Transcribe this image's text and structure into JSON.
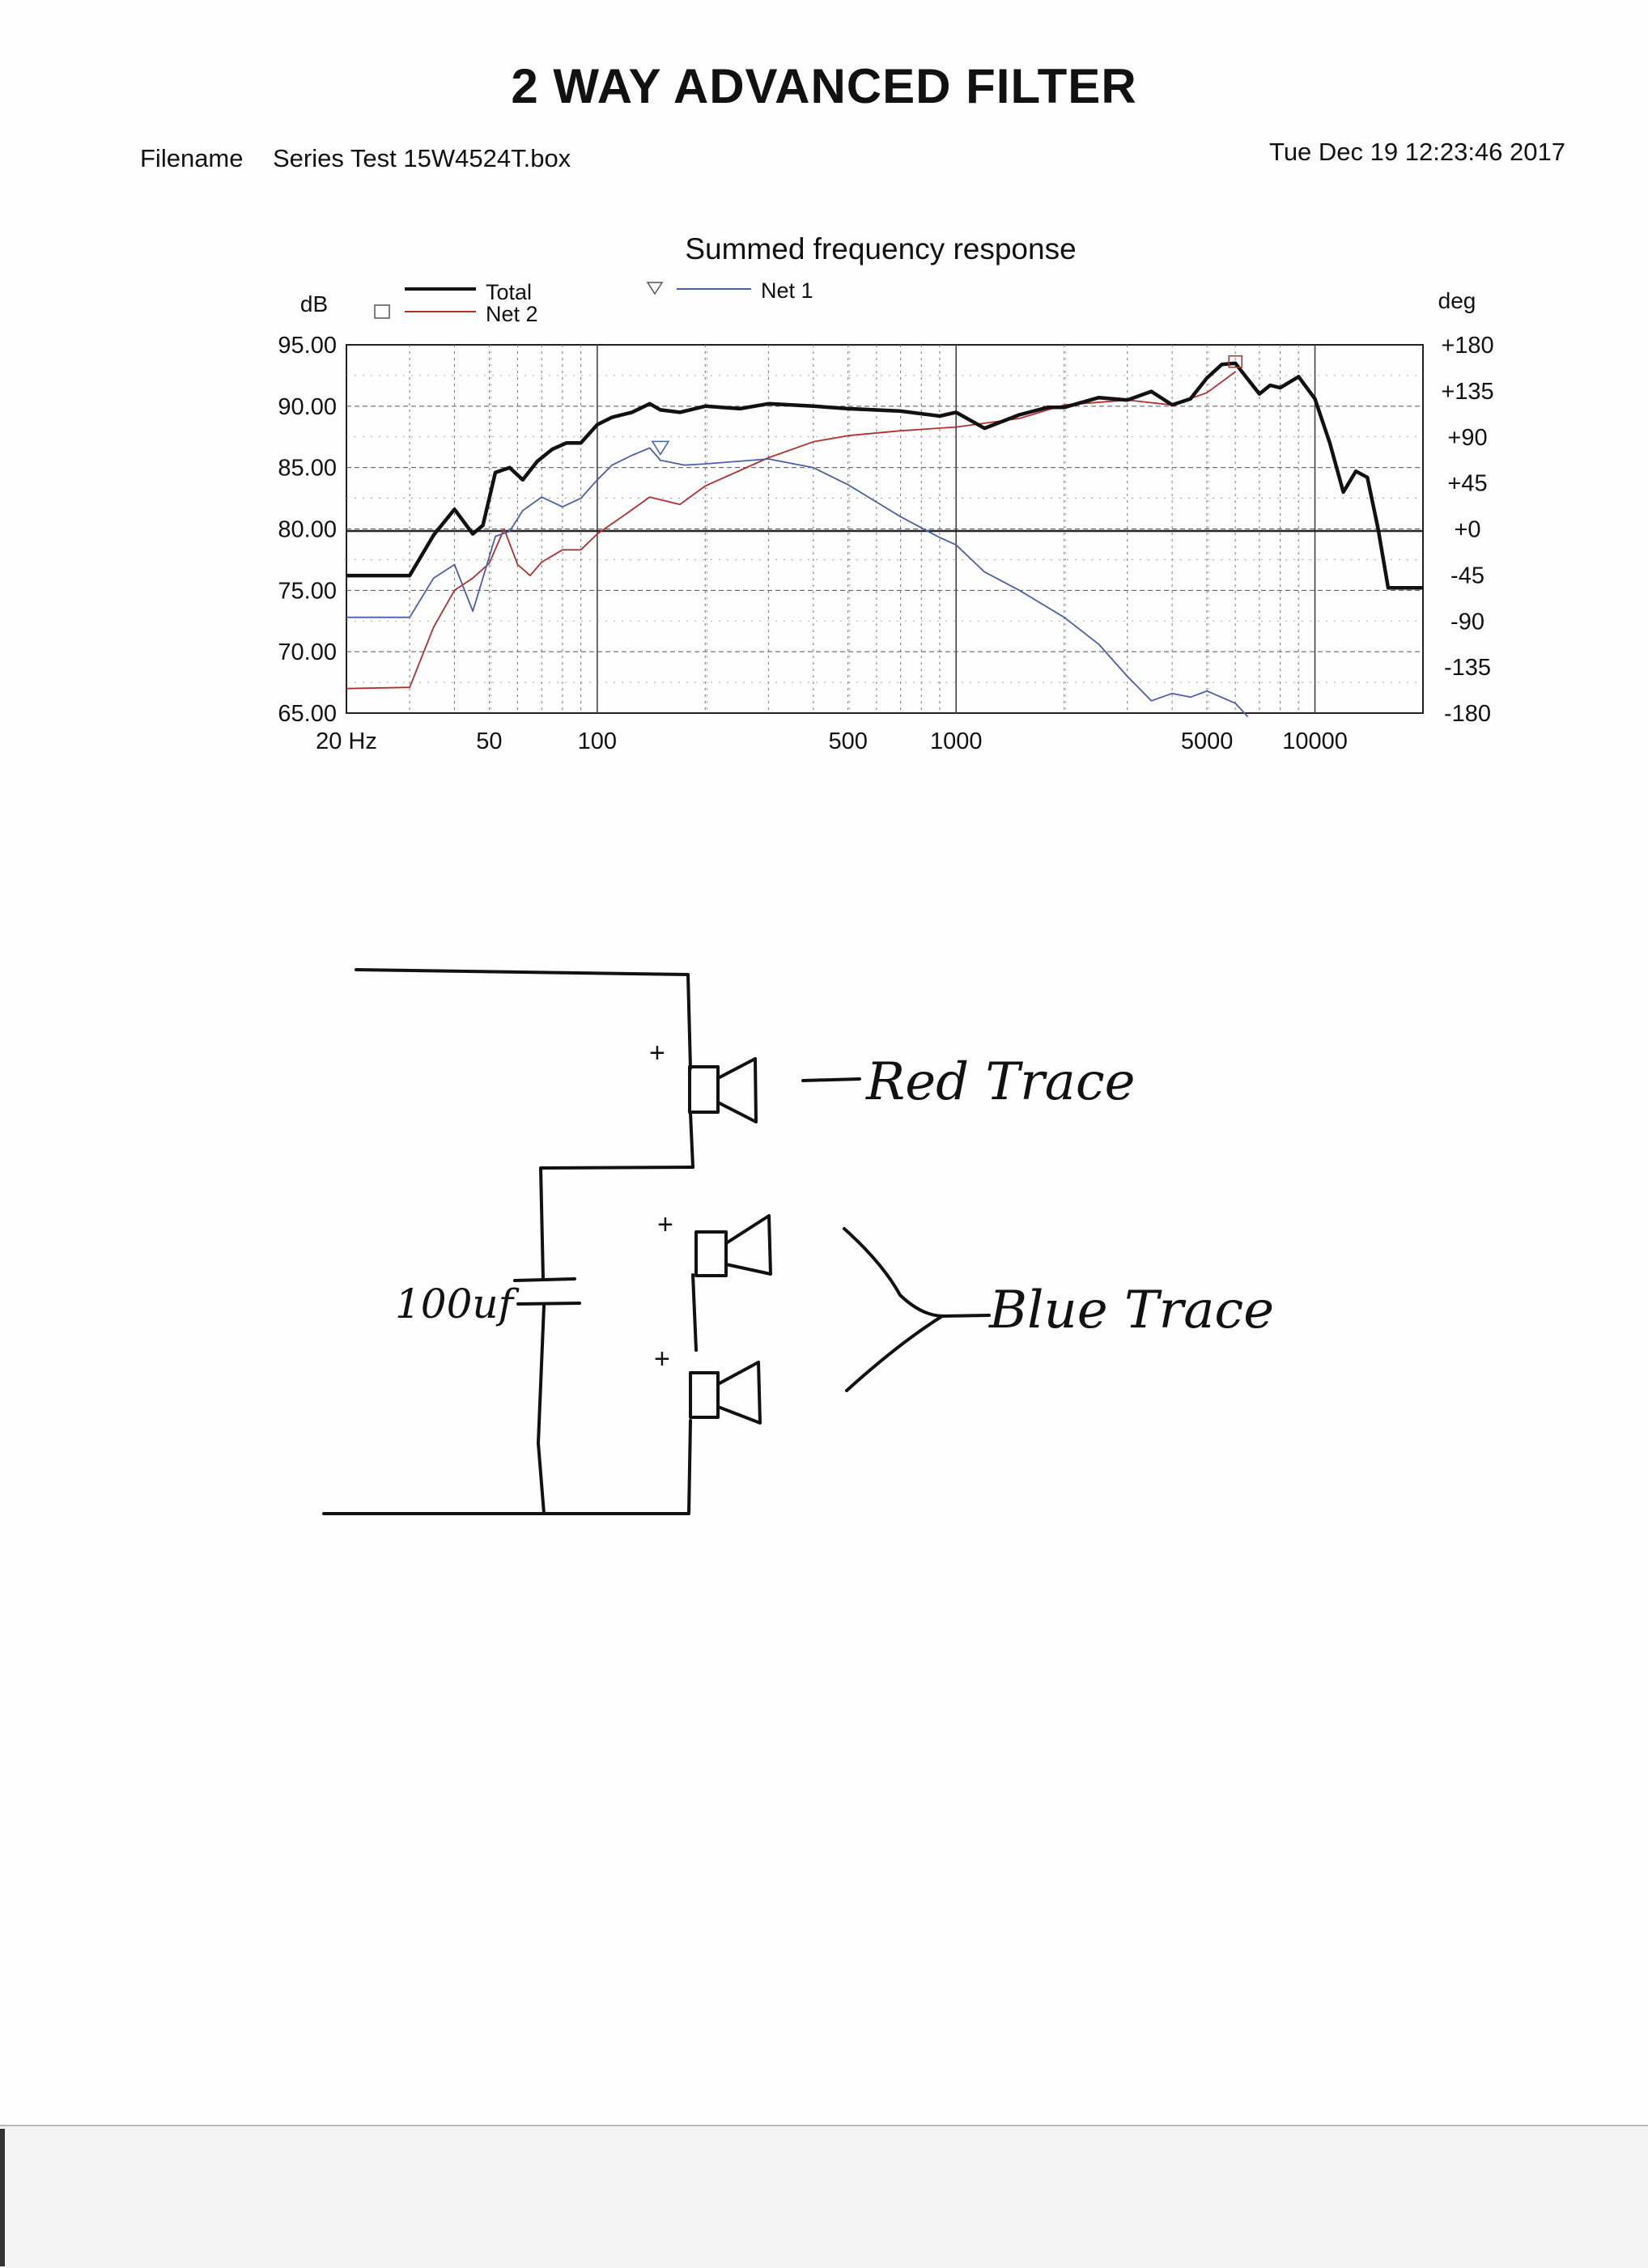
{
  "document": {
    "title": "2 WAY ADVANCED FILTER",
    "filename_label": "Filename",
    "filename": "Series Test 15W4524T.box",
    "timestamp": "Tue Dec 19 12:23:46 2017"
  },
  "chart_data": {
    "type": "line",
    "title": "Summed frequency response",
    "ylabel": "dB",
    "y2label": "deg",
    "xscale": "log",
    "xlim": [
      20,
      20000
    ],
    "ylim": [
      65,
      95
    ],
    "y2lim": [
      -180,
      180
    ],
    "x_ticks": [
      "20 Hz",
      "50",
      "100",
      "500",
      "1000",
      "5000",
      "10000"
    ],
    "y_ticks": [
      "95.00",
      "90.00",
      "85.00",
      "80.00",
      "75.00",
      "70.00",
      "65.00"
    ],
    "y2_ticks": [
      "+180",
      "+135",
      "+90",
      "+45",
      "+0",
      "-45",
      "-90",
      "-135",
      "-180"
    ],
    "legend_placement": "top-left",
    "series": [
      {
        "name": "Total",
        "color": "#111111",
        "x": [
          20,
          30,
          35,
          40,
          45,
          48,
          52,
          57,
          62,
          68,
          75,
          82,
          90,
          100,
          110,
          125,
          140,
          150,
          170,
          200,
          250,
          300,
          400,
          500,
          700,
          900,
          1000,
          1200,
          1500,
          1800,
          2000,
          2500,
          3000,
          3500,
          4000,
          4500,
          5000,
          5500,
          6000,
          6500,
          7000,
          7500,
          8000,
          9000,
          10000,
          11000,
          12000,
          13000,
          14000,
          15000,
          16000,
          18000,
          20000
        ],
        "values": [
          76.2,
          76.2,
          79.5,
          81.6,
          79.6,
          80.3,
          84.6,
          85.0,
          84.0,
          85.5,
          86.5,
          87.0,
          87.0,
          88.5,
          89.1,
          89.5,
          90.2,
          89.7,
          89.5,
          90.0,
          89.8,
          90.2,
          90.0,
          89.8,
          89.6,
          89.2,
          89.5,
          88.2,
          89.3,
          89.9,
          89.9,
          90.7,
          90.5,
          91.2,
          90.1,
          90.6,
          92.3,
          93.4,
          93.5,
          92.2,
          91.0,
          91.7,
          91.5,
          92.4,
          90.6,
          87.0,
          83.0,
          84.7,
          84.2,
          80.0,
          75.2,
          75.2,
          75.2
        ]
      },
      {
        "name": "Net 2",
        "color": "#b03030",
        "x": [
          20,
          30,
          35,
          40,
          45,
          50,
          55,
          60,
          65,
          70,
          80,
          90,
          100,
          120,
          140,
          170,
          200,
          300,
          400,
          500,
          700,
          1000,
          1500,
          2000,
          3000,
          4000,
          5000,
          6000
        ],
        "values": [
          67.0,
          67.1,
          72.0,
          75.0,
          76.0,
          77.2,
          80.0,
          77.1,
          76.2,
          77.3,
          78.3,
          78.3,
          79.6,
          81.2,
          82.6,
          82.0,
          83.5,
          85.8,
          87.1,
          87.6,
          88.0,
          88.3,
          89.0,
          90.1,
          90.5,
          90.1,
          91.1,
          92.8
        ]
      },
      {
        "name": "Net 1",
        "color": "#4a5fa8",
        "x": [
          20,
          30,
          35,
          40,
          45,
          48,
          52,
          57,
          62,
          70,
          80,
          90,
          100,
          110,
          125,
          140,
          150,
          175,
          200,
          300,
          400,
          500,
          700,
          900,
          1000,
          1200,
          1500,
          2000,
          2500,
          3000,
          3500,
          4000,
          4500,
          5000,
          6000,
          6500
        ],
        "values": [
          72.8,
          72.8,
          76.0,
          77.1,
          73.3,
          76.0,
          79.4,
          79.8,
          81.5,
          82.6,
          81.8,
          82.5,
          84.0,
          85.2,
          86.0,
          86.6,
          85.6,
          85.2,
          85.3,
          85.7,
          85.0,
          83.6,
          81.0,
          79.3,
          78.7,
          76.5,
          75.0,
          72.8,
          70.6,
          68.0,
          66.0,
          66.6,
          66.3,
          66.8,
          65.8,
          64.7
        ]
      }
    ]
  },
  "schematic": {
    "capacitor_label": "100uf",
    "top_driver_polarity": "+",
    "mid_driver_polarity": "+",
    "bottom_driver_polarity": "+",
    "red_label": "Red Trace",
    "blue_label": "Blue Trace"
  }
}
